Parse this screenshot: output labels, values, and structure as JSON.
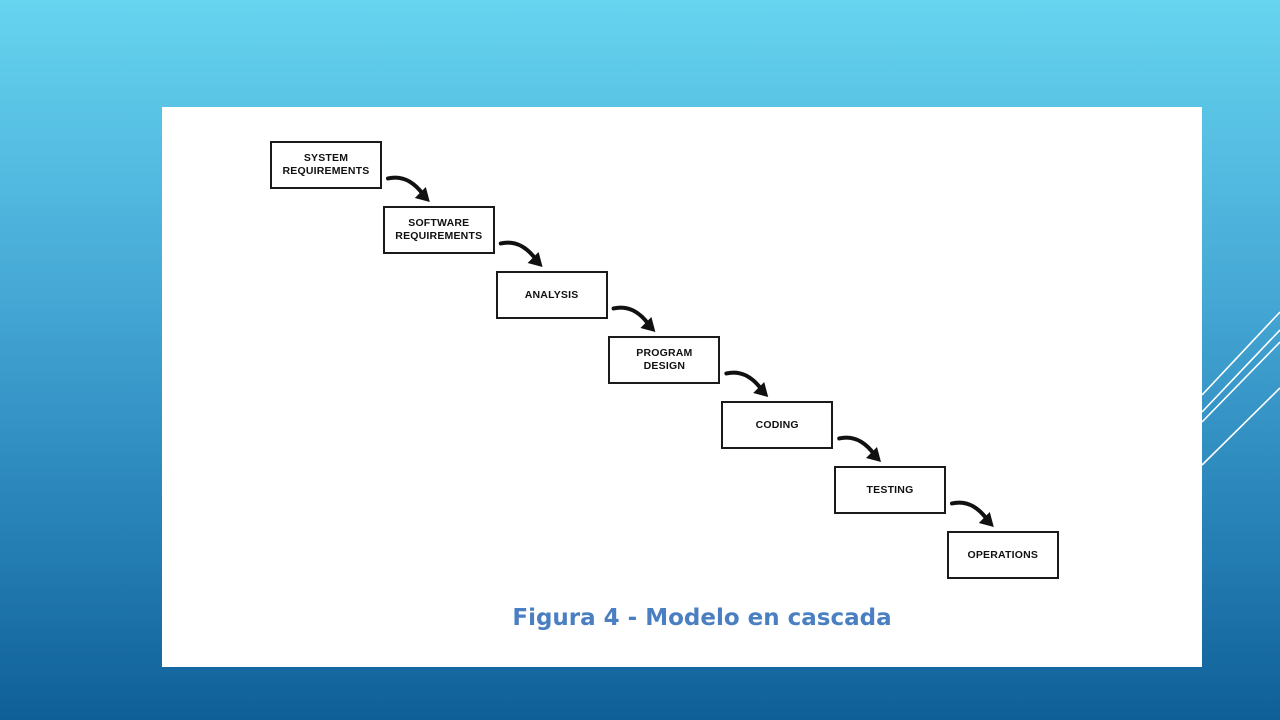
{
  "diagram": {
    "type": "waterfall",
    "stages": [
      {
        "id": "system-requirements",
        "label": "SYSTEM\nREQUIREMENTS"
      },
      {
        "id": "software-requirements",
        "label": "SOFTWARE\nREQUIREMENTS"
      },
      {
        "id": "analysis",
        "label": "ANALYSIS"
      },
      {
        "id": "program-design",
        "label": "PROGRAM\nDESIGN"
      },
      {
        "id": "coding",
        "label": "CODING"
      },
      {
        "id": "testing",
        "label": "TESTING"
      },
      {
        "id": "operations",
        "label": "OPERATIONS"
      }
    ],
    "edges": [
      [
        "system-requirements",
        "software-requirements"
      ],
      [
        "software-requirements",
        "analysis"
      ],
      [
        "analysis",
        "program-design"
      ],
      [
        "program-design",
        "coding"
      ],
      [
        "coding",
        "testing"
      ],
      [
        "testing",
        "operations"
      ]
    ]
  },
  "caption": "Figura 4 - Modelo en cascada",
  "colors": {
    "caption": "#4a7fc1",
    "box_border": "#1a1a1a",
    "arrow": "#111111",
    "panel": "#ffffff"
  }
}
